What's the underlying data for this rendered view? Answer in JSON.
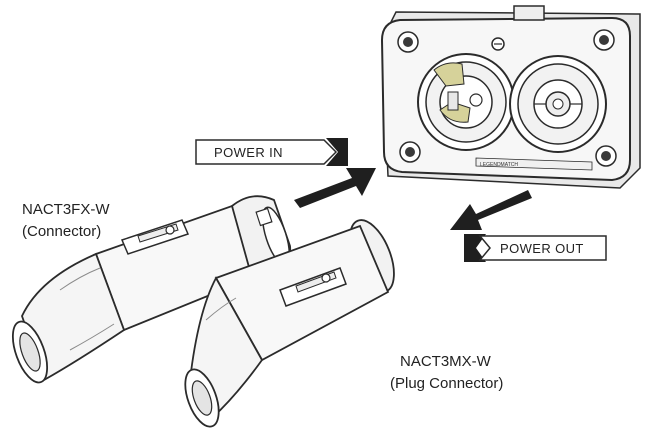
{
  "tags": {
    "power_in": "POWER IN",
    "power_out": "POWER OUT"
  },
  "labels": {
    "female_connector": {
      "model": "NACT3FX-W",
      "type": "(Connector)"
    },
    "male_connector": {
      "model": "NACT3MX-W",
      "type": "(Plug Connector)"
    }
  },
  "panel": {
    "brand": "LEGENDMATCH"
  },
  "colors": {
    "line": "#2b2b2b",
    "arrow": "#1f1f1f",
    "accent": "#c9c489",
    "paper": "#ffffff"
  },
  "icons": [
    "arrow-to-panel-icon",
    "arrow-from-panel-icon",
    "screw-icon",
    "latch-icon"
  ]
}
